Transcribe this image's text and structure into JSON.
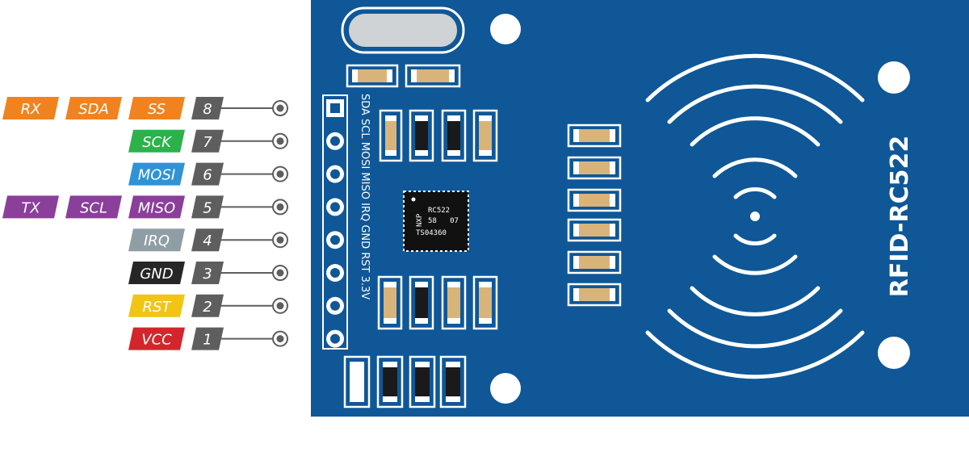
{
  "board": {
    "name": "RFID-RC522",
    "chip": {
      "line1": "RC522",
      "line2": "58   07",
      "line3": "TS04360",
      "logo": "NXP"
    },
    "header_label": "SDA SCL MOSI MISO IRQ GND RST 3.3V"
  },
  "colors": {
    "board": "#0f5797",
    "orange": "#f0831f",
    "green": "#2cb24b",
    "blue": "#2f93d6",
    "purple": "#8a3f9a",
    "gray": "#8f9ea5",
    "black": "#262626",
    "yellow": "#f1c514",
    "red": "#d2262c",
    "pin_number": "#5e5e5e"
  },
  "pins": [
    {
      "number": "8",
      "labels": [
        {
          "text": "RX",
          "color": "orange"
        },
        {
          "text": "SDA",
          "color": "orange"
        },
        {
          "text": "SS",
          "color": "orange"
        }
      ]
    },
    {
      "number": "7",
      "labels": [
        {
          "text": "SCK",
          "color": "green"
        }
      ]
    },
    {
      "number": "6",
      "labels": [
        {
          "text": "MOSI",
          "color": "blue"
        }
      ]
    },
    {
      "number": "5",
      "labels": [
        {
          "text": "TX",
          "color": "purple"
        },
        {
          "text": "SCL",
          "color": "purple"
        },
        {
          "text": "MISO",
          "color": "purple"
        }
      ]
    },
    {
      "number": "4",
      "labels": [
        {
          "text": "IRQ",
          "color": "gray"
        }
      ]
    },
    {
      "number": "3",
      "labels": [
        {
          "text": "GND",
          "color": "black"
        }
      ]
    },
    {
      "number": "2",
      "labels": [
        {
          "text": "RST",
          "color": "yellow"
        }
      ]
    },
    {
      "number": "1",
      "labels": [
        {
          "text": "VCC",
          "color": "red"
        }
      ]
    }
  ]
}
